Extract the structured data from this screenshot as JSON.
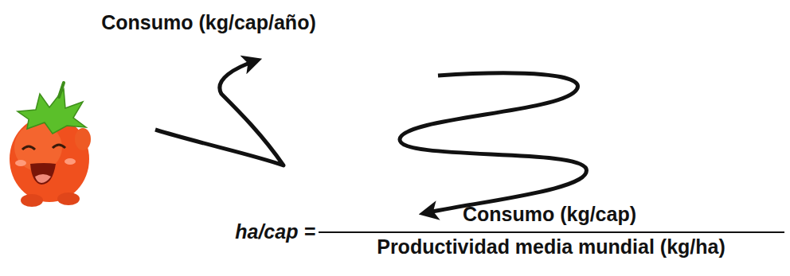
{
  "diagram": {
    "labels": [
      "Consumo (kg/cap/año)",
      "ha/cap =",
      "Consumo (kg/cap)",
      "Productividad media mundial (kg/ha)"
    ]
  }
}
